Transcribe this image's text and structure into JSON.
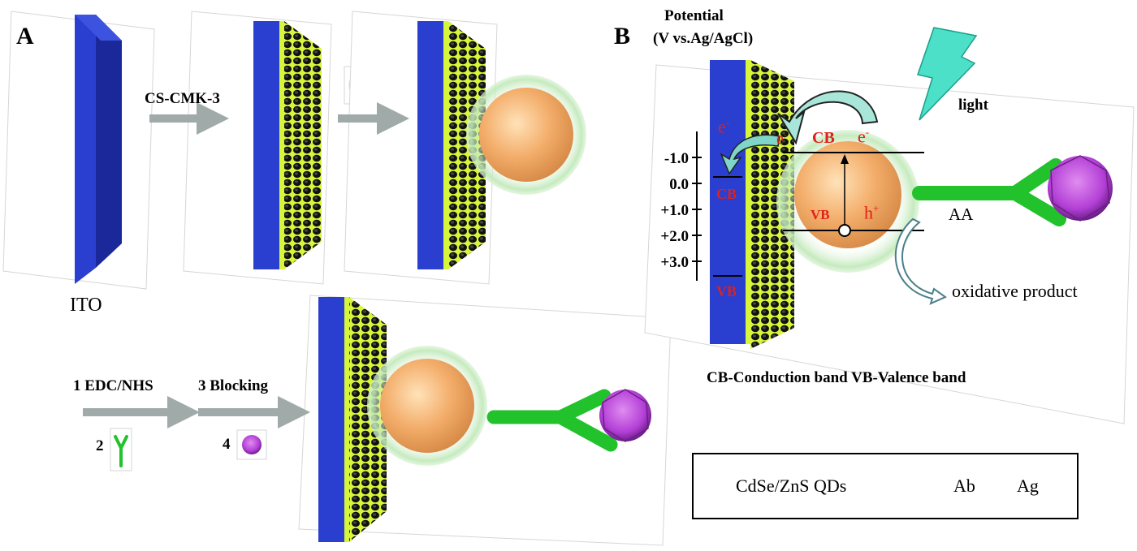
{
  "panelA": {
    "letter": "A",
    "ito_label": "ITO",
    "step1_label": "CS-CMK-3",
    "step2_label": "1 EDC/NHS",
    "step2_num": "2",
    "step3_label": "3  Blocking",
    "step3_num": "4"
  },
  "panelB": {
    "letter": "B",
    "potential_title_1": "Potential",
    "potential_title_2": "(V vs.Ag/AgCl)",
    "axis_ticks": [
      "-1.0",
      "0.0",
      "+1.0",
      "+2.0",
      "+3.0"
    ],
    "light_label": "light",
    "electrode_cb": "CB",
    "electrode_vb": "VB",
    "qd_cb": "CB",
    "qd_vb": "VB",
    "electron": "e",
    "electron_sup": "-",
    "hole": "h",
    "hole_sup": "+",
    "aa_label": "AA",
    "product_label": "oxidative product",
    "band_caption": "CB-Conduction band  VB-Valence band"
  },
  "legend": {
    "qd": "CdSe/ZnS QDs",
    "ab": "Ab",
    "ag": "Ag"
  },
  "colors": {
    "ito_blue": "#2a3fd0",
    "mesh_green": "#d7f53a",
    "qd_orange": "#f0a86a",
    "antibody_green": "#22c22c",
    "antigen_purple": "#b33fd6",
    "label_red": "#e0201b",
    "arrow_gray": "#a0aaa8",
    "arrow_teal": "#7fd6c8"
  }
}
